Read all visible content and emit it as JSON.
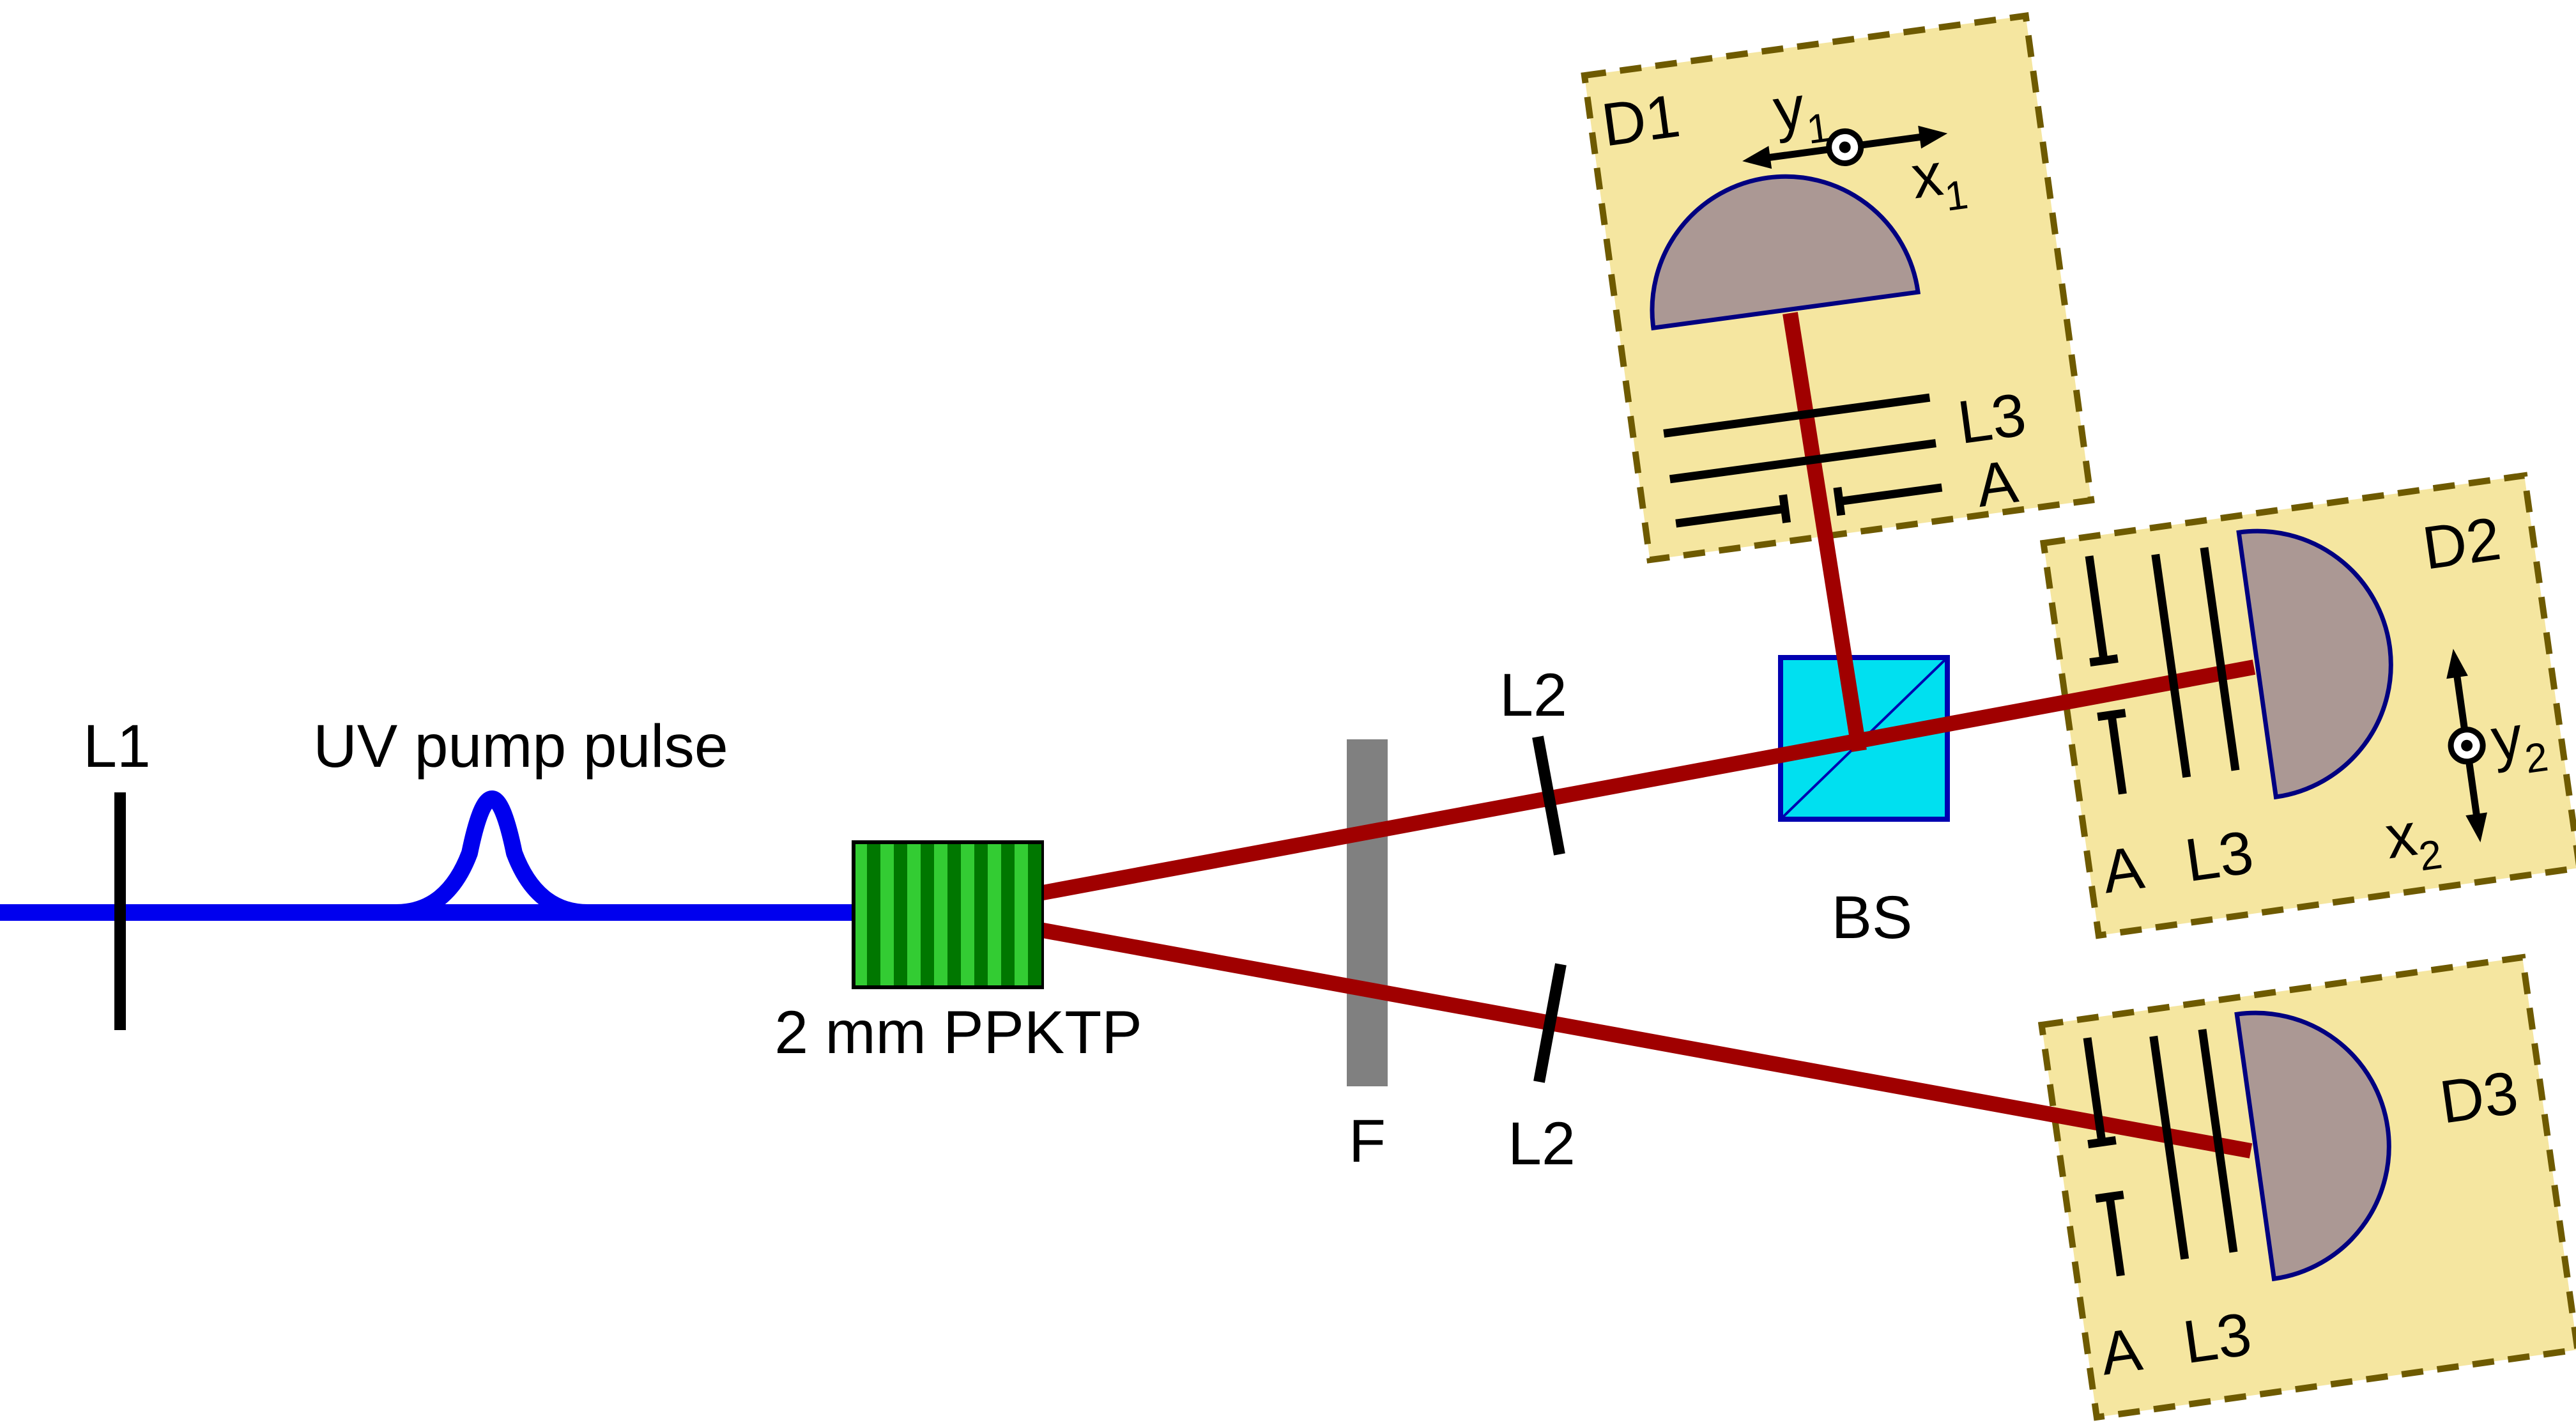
{
  "figure": {
    "pump": {
      "lens_label": "L1",
      "pulse_label": "UV pump pulse"
    },
    "crystal_label": "2 mm PPKTP",
    "filter_label": "F",
    "lens2_upper_label": "L2",
    "lens2_lower_label": "L2",
    "beamsplitter_label": "BS",
    "d1": {
      "label": "D1",
      "lens_label": "L3",
      "aperture_label": "A",
      "axis_y": {
        "letter": "y",
        "sub": "1"
      },
      "axis_x": {
        "letter": "x",
        "sub": "1"
      }
    },
    "d2": {
      "label": "D2",
      "lens_label": "L3",
      "aperture_label": "A",
      "axis_y": {
        "letter": "y",
        "sub": "2"
      },
      "axis_x": {
        "letter": "x",
        "sub": "2"
      }
    },
    "d3": {
      "label": "D3",
      "lens_label": "L3",
      "aperture_label": "A"
    }
  },
  "colors": {
    "pump_beam": "#0000ee",
    "downconverted_beam": "#a00000",
    "crystal_light": "#33cc33",
    "crystal_dark": "#007700",
    "filter_gray": "#808080",
    "beamsplitter_fill": "#00e0f0",
    "beamsplitter_border": "#0000b0",
    "box_fill": "#f5e6a0",
    "box_border": "#6e5a00",
    "detector_fill": "#ab9894",
    "detector_border": "#000080"
  }
}
